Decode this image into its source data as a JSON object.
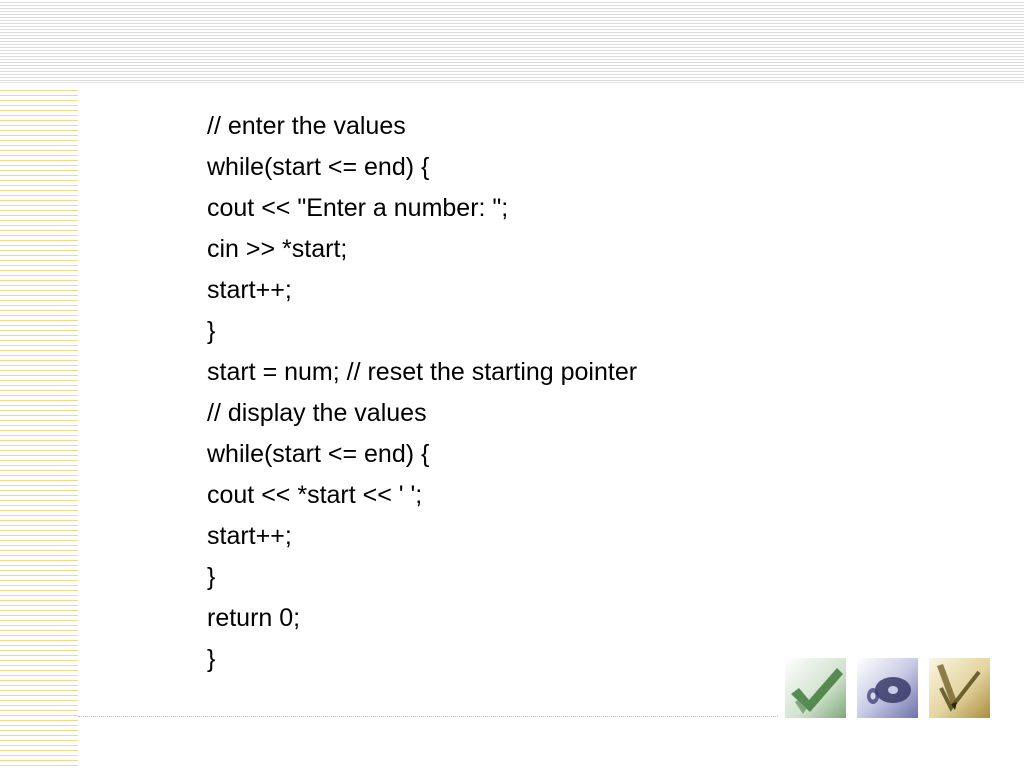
{
  "slide": {
    "code_lines": [
      "// enter the values",
      "while(start <= end) {",
      "cout << \"Enter a number: \";",
      "cin >> *start;",
      "start++;",
      "}",
      "start = num; // reset the starting pointer",
      "// display the values",
      "while(start <= end) {",
      "cout << *start << ' ';",
      "start++;",
      "}",
      "return 0;",
      "}"
    ]
  },
  "decor": {
    "thumbnails": [
      {
        "icon": "green-checkmark-icon",
        "color": "#6f9e6a"
      },
      {
        "icon": "disc-icon",
        "color": "#8b8fc0"
      },
      {
        "icon": "pen-checkmark-icon",
        "color": "#b8a35a"
      }
    ]
  }
}
